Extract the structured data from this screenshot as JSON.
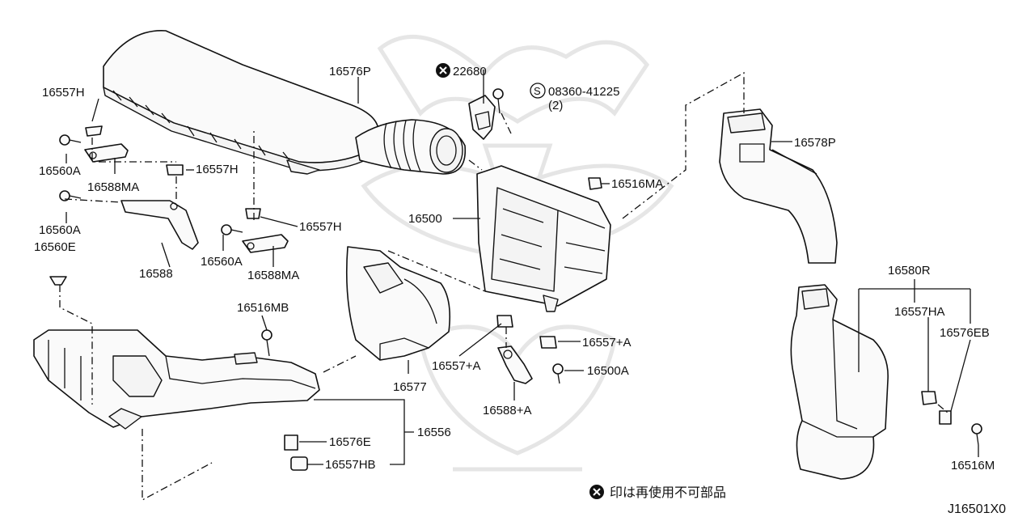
{
  "callouts": {
    "c_16576P": "16576P",
    "c_22680": "22680",
    "c_08360": "08360-41225",
    "c_08360_qty": "(2)",
    "c_16557H_a": "16557H",
    "c_16560A_a": "16560A",
    "c_16588MA_a": "16588MA",
    "c_16557H_b": "16557H",
    "c_16560A_b": "16560A",
    "c_16560E": "16560E",
    "c_16588": "16588",
    "c_16560A_c": "16560A",
    "c_16588MA_b": "16588MA",
    "c_16557H_c": "16557H",
    "c_16516MA": "16516MA",
    "c_16500": "16500",
    "c_16578P": "16578P",
    "c_16580R": "16580R",
    "c_16557HA": "16557HA",
    "c_16576EB": "16576EB",
    "c_16516MB": "16516MB",
    "c_16577": "16577",
    "c_16557A_a": "16557+A",
    "c_16557A_b": "16557+A",
    "c_16500A": "16500A",
    "c_16588A": "16588+A",
    "c_16576E": "16576E",
    "c_16556": "16556",
    "c_16557HB": "16557HB",
    "c_16516M": "16516M"
  },
  "legend": {
    "note": "印は再使用不可部品"
  },
  "diagram_code": "J16501X0",
  "icons": {
    "non_reusable": "x-circle-icon",
    "standard_part": "s-circle-icon"
  }
}
